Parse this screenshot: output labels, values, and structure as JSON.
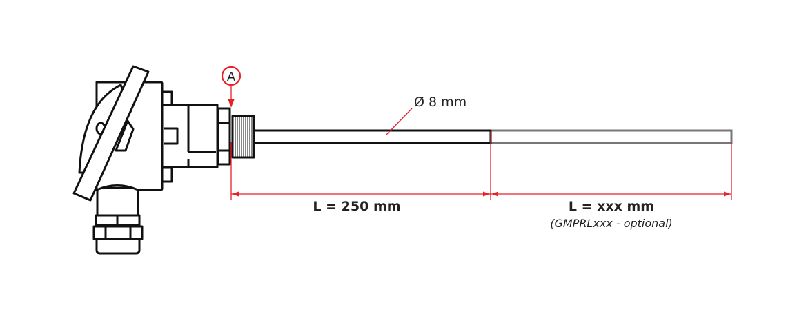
{
  "diagram": {
    "marker_label": "A",
    "diameter_label": "Ø 8 mm",
    "length_fixed_label": "L = 250 mm",
    "length_optional_label": "L = xxx mm",
    "length_optional_note": "(GMPRLxxx - optional)",
    "colors": {
      "dimension": "#e8202a",
      "outline": "#111111",
      "optional": "#777777"
    }
  }
}
